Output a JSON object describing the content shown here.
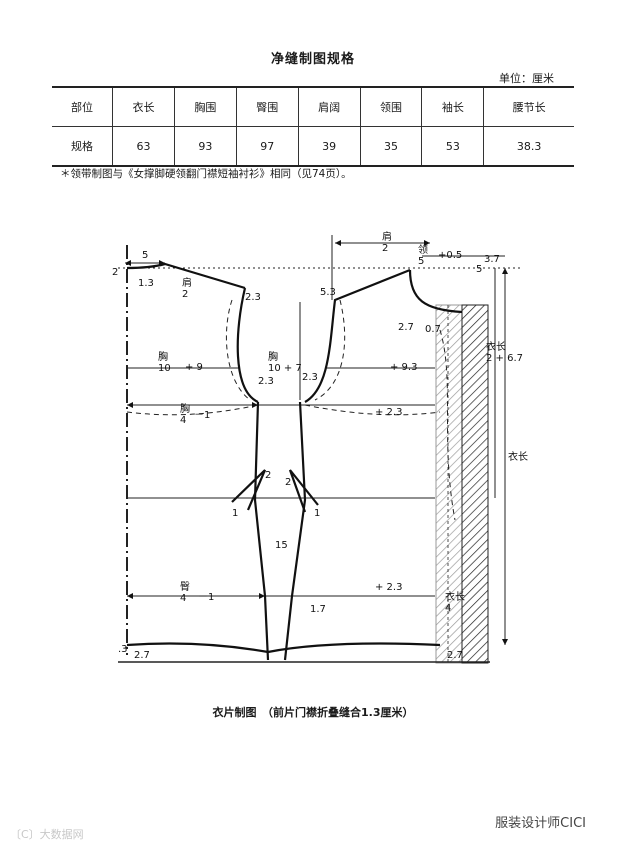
{
  "page": {
    "title": "净缝制图规格",
    "unit": "单位：厘米",
    "note": "＊领带制图与《女撑脚硬领翻门襟短袖衬衫》相同（见74页）。",
    "caption": "衣片制图　（前片门襟折叠缝合1.3厘米）",
    "watermark_left": "〔C〕大数据网",
    "watermark_right": "服装设计师CICI"
  },
  "spec_table": {
    "headers": [
      "部位",
      "衣长",
      "胸围",
      "臀围",
      "肩阔",
      "领围",
      "袖长",
      "腰节长"
    ],
    "values": [
      "规格",
      "63",
      "93",
      "97",
      "39",
      "35",
      "53",
      "38.3"
    ]
  },
  "drawing_labels": {
    "five": "5",
    "two": "2",
    "one_three": "1.3",
    "shoulder_frac": "肩\n2",
    "two_three": "2.3",
    "neck_frac": "领\n5",
    "plus_05": "+0.5",
    "five_three": "5.3",
    "chest_10_plus_7": "胸\n10 + 7",
    "chest_10_plus_9": "胸\n10",
    "plus_9": "+ 9",
    "plus_9_3": "+ 9.3",
    "chest_4_minus_1": "胸\n4",
    "minus_1": "－1",
    "plus_2_3": "+ 2.3",
    "two_seven": "2.7",
    "zero_seven": "0.7",
    "one": "1",
    "fifteen": "15",
    "hip_4": "臀\n4",
    "one_seven": "1.7",
    "point_three": ".3",
    "three_seven": "3.7",
    "yichang_2_plus_6_7": "衣长\n2 + 6.7",
    "yichang": "衣长",
    "yichang_4": "衣长\n4"
  }
}
